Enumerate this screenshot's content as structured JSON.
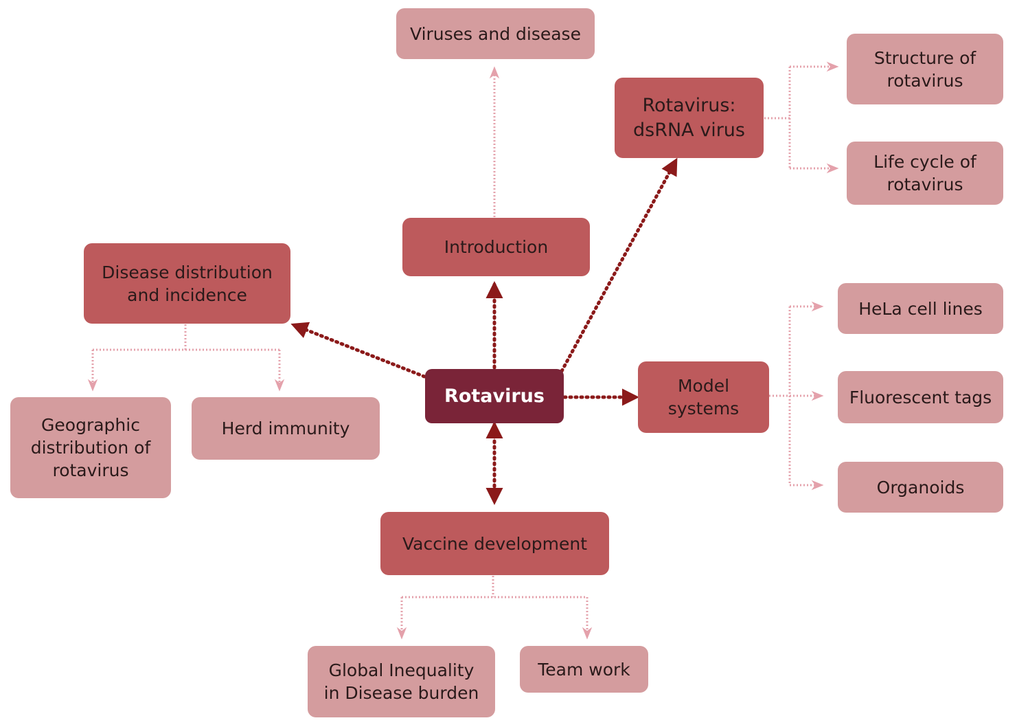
{
  "colors": {
    "main": "#7a2438",
    "mid": "#bd5a5c",
    "leaf": "#d49c9e",
    "strong_connector": "#8b1a1a",
    "light_connector": "#e4a1ab"
  },
  "nodes": {
    "center": "Rotavirus",
    "introduction": "Introduction",
    "viruses_disease": "Viruses and disease",
    "dsrna": "Rotavirus:\ndsRNA virus",
    "structure": "Structure of\nrotavirus",
    "life_cycle": "Life cycle of\nrotavirus",
    "disease_dist": "Disease distribution\nand incidence",
    "geographic": "Geographic\ndistribution of\nrotavirus",
    "herd": "Herd immunity",
    "model_systems": "Model\nsystems",
    "hela": "HeLa cell lines",
    "fluorescent": "Fluorescent tags",
    "organoids": "Organoids",
    "vaccine": "Vaccine development",
    "global": "Global Inequality\nin Disease burden",
    "teamwork": "Team work"
  }
}
